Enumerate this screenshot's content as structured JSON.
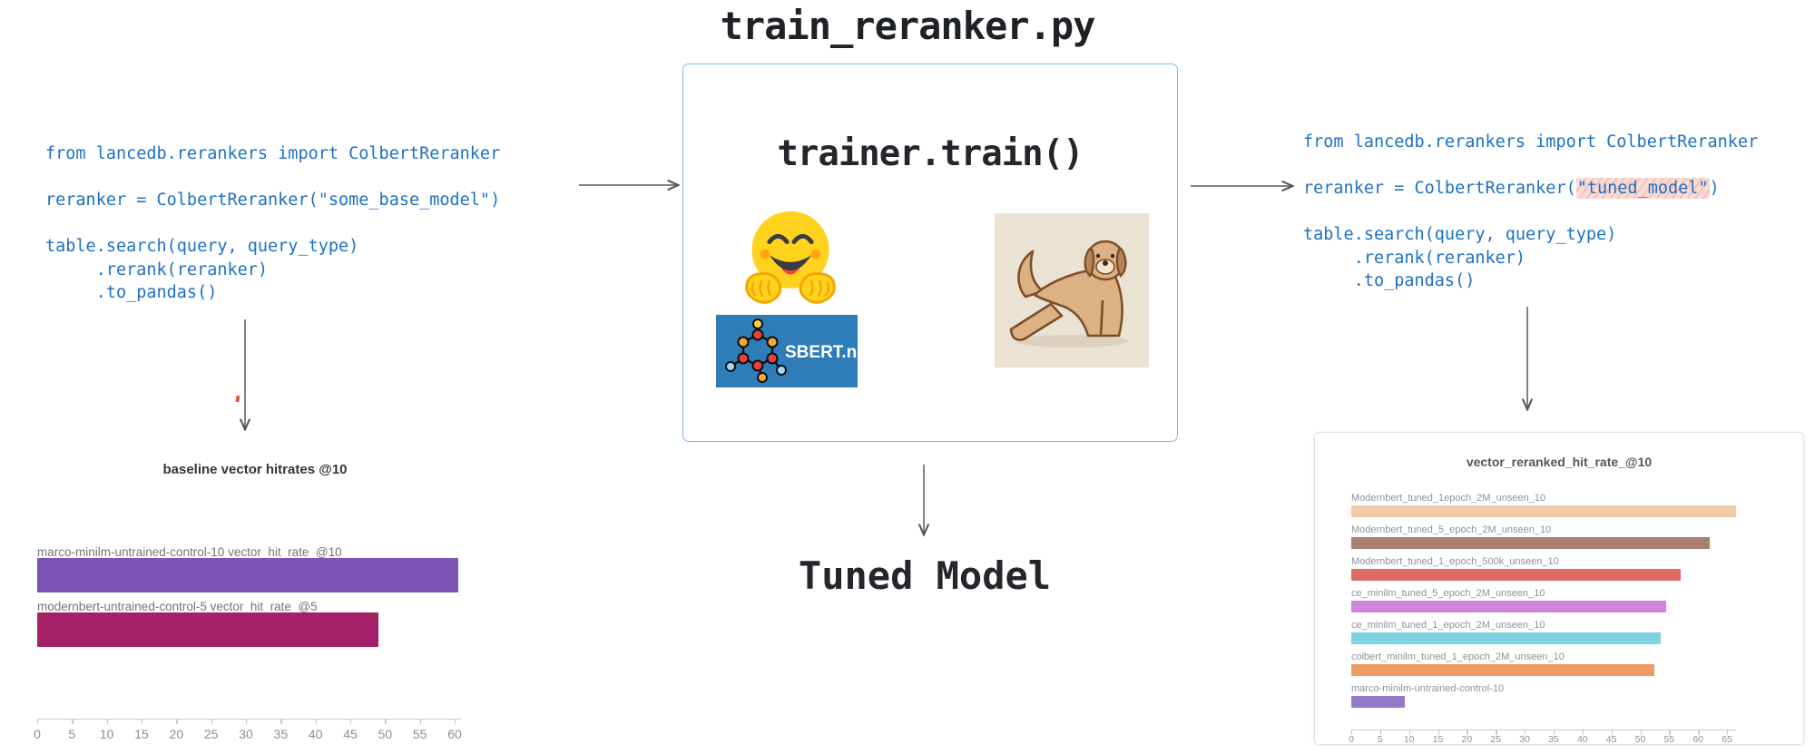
{
  "title": "train_reranker.py",
  "colors": {
    "code_blue": "#1e70c2",
    "box_border": "#84b5e4",
    "highlight_pink": "#f5c4bb",
    "arrow_gray": "#55585c"
  },
  "left_code": {
    "lines": [
      [
        [
          "from lancedb.rerankers import ColbertReranker",
          false
        ]
      ],
      [
        [
          "",
          false
        ]
      ],
      [
        [
          "reranker = ColbertReranker(\"some_base_model\")",
          false
        ]
      ],
      [
        [
          "",
          false
        ]
      ],
      [
        [
          "table.search(query, query_type)",
          false
        ]
      ],
      [
        [
          "     .rerank(reranker)",
          false
        ]
      ],
      [
        [
          "     .to_pandas()",
          false
        ]
      ]
    ]
  },
  "right_code": {
    "lines": [
      [
        [
          "from lancedb.rerankers import ColbertReranker",
          false
        ]
      ],
      [
        [
          "",
          false
        ]
      ],
      [
        [
          "reranker = ColbertReranker(",
          false
        ],
        [
          "\"tuned_model\"",
          true
        ],
        [
          ")",
          false
        ]
      ],
      [
        [
          "",
          false
        ]
      ],
      [
        [
          "table.search(query, query_type)",
          false
        ]
      ],
      [
        [
          "     .rerank(reranker)",
          false
        ]
      ],
      [
        [
          "     .to_pandas()",
          false
        ]
      ]
    ]
  },
  "center_box": {
    "code_label": "trainer.train()",
    "sbert_logo_text": "SBERT.net",
    "icons": [
      "hugging-face-emoji",
      "sbert-logo",
      "yoga-dog-illustration"
    ]
  },
  "flow": {
    "tuned_model_label": "Tuned Model"
  },
  "chart_data": [
    {
      "type": "bar",
      "orientation": "horizontal",
      "title": "baseline vector hitrates @10",
      "categories": [
        "marco-minilm-untrained-control-10 vector_hit_rate_@10",
        "modernbert-untrained-control-5 vector_hit_rate_@5"
      ],
      "values": [
        60.5,
        49
      ],
      "colors": [
        "#7c52b5",
        "#a52167"
      ],
      "xlabel": "",
      "ylabel": "",
      "xlim": [
        0,
        60
      ],
      "x_ticks": [
        0,
        5,
        10,
        15,
        20,
        25,
        30,
        35,
        40,
        45,
        50,
        55,
        60
      ],
      "grid": false,
      "legend": "none"
    },
    {
      "type": "bar",
      "orientation": "horizontal",
      "title": "vector_reranked_hit_rate_@10",
      "categories": [
        "Modernbert_tuned_1epoch_2M_unseen_10",
        "Modernbert_tuned_5_epoch_2M_unseen_10",
        "Modernbert_tuned_1_epoch_500k_unseen_10",
        "ce_minilm_tuned_5_epoch_2M_unseen_10",
        "ce_minilm_tuned_1_epoch_2M_unseen_10",
        "colbert_minilm_tuned_1_epoch_2M_unseen_10",
        "marco-minilm-untrained-control-10"
      ],
      "values": [
        66.5,
        62,
        57,
        54.5,
        53.5,
        52.5,
        9.2
      ],
      "colors": [
        "#f2caa7",
        "#a87e6e",
        "#e06a64",
        "#cd86dc",
        "#7fd2e2",
        "#ef9b66",
        "#9379c8"
      ],
      "xlabel": "",
      "ylabel": "",
      "xlim": [
        0,
        65
      ],
      "x_ticks": [
        0,
        5,
        10,
        15,
        20,
        25,
        30,
        35,
        40,
        45,
        50,
        55,
        60,
        65
      ],
      "grid": false,
      "legend": "none"
    }
  ]
}
